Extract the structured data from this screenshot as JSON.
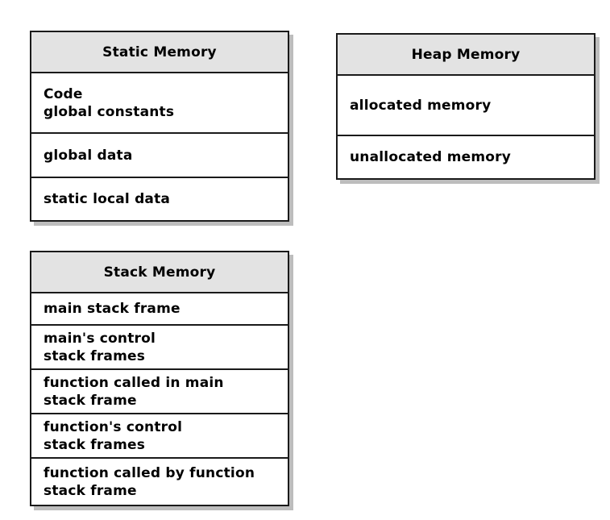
{
  "static_memory": {
    "title": "Static Memory",
    "rows": [
      {
        "lines": [
          "Code",
          "global constants"
        ]
      },
      {
        "lines": [
          "global data"
        ]
      },
      {
        "lines": [
          "static local data"
        ]
      }
    ]
  },
  "heap_memory": {
    "title": "Heap Memory",
    "rows": [
      {
        "lines": [
          "allocated memory"
        ]
      },
      {
        "lines": [
          "unallocated memory"
        ]
      }
    ]
  },
  "stack_memory": {
    "title": "Stack Memory",
    "rows": [
      {
        "lines": [
          "main stack frame"
        ]
      },
      {
        "lines": [
          "main's control",
          "stack frames"
        ]
      },
      {
        "lines": [
          "function called in main",
          "stack frame"
        ]
      },
      {
        "lines": [
          "function's control",
          "stack frames"
        ]
      },
      {
        "lines": [
          "function called by function",
          "stack frame"
        ]
      }
    ]
  }
}
